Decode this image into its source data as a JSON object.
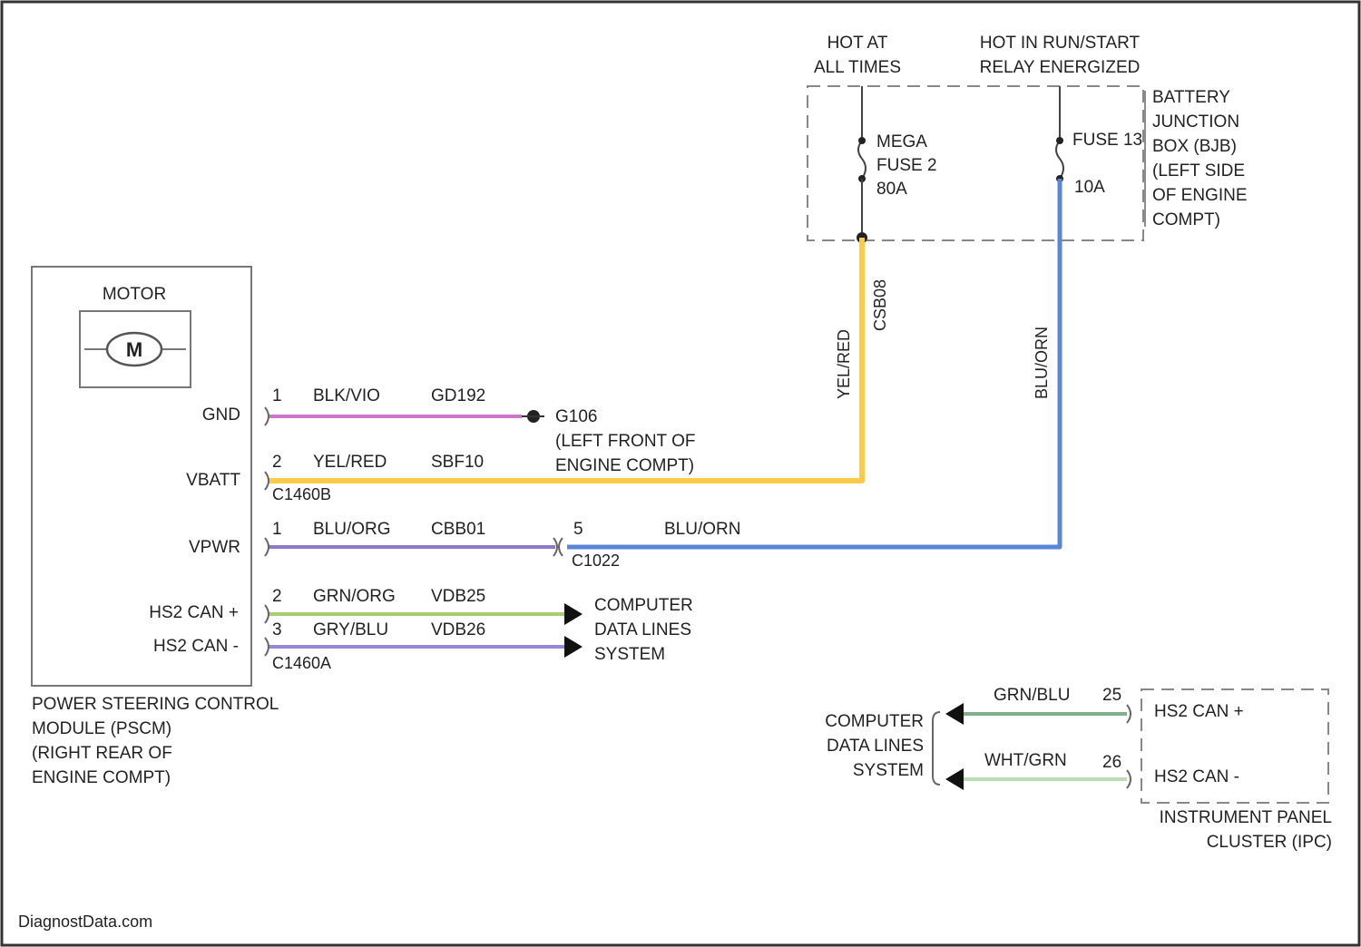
{
  "header": {
    "hot_at_all_times": [
      "HOT AT",
      "ALL TIMES"
    ],
    "hot_in_run": [
      "HOT IN RUN/START",
      "RELAY ENERGIZED"
    ]
  },
  "bjb": {
    "mega_fuse": [
      "MEGA",
      "FUSE 2",
      "80A"
    ],
    "fuse_label": "FUSE 13",
    "fuse_amp": "10A",
    "name": [
      "BATTERY",
      "JUNCTION",
      "BOX (BJB)",
      "(LEFT SIDE",
      "OF ENGINE",
      "COMPT)"
    ]
  },
  "vertical_wires": {
    "yel_red_color": "YEL/RED",
    "yel_red_circuit": "CSB08",
    "blu_orn_color": "BLU/ORN"
  },
  "pscm": {
    "motor_label": "MOTOR",
    "motor_symbol": "M",
    "pins": {
      "gnd": "GND",
      "vbatt": "VBATT",
      "vpwr": "VPWR",
      "can_plus": "HS2 CAN +",
      "can_minus": "HS2 CAN -"
    },
    "name": [
      "POWER STEERING CONTROL",
      "MODULE (PSCM)",
      "(RIGHT REAR OF",
      "ENGINE COMPT)"
    ]
  },
  "wires": {
    "gnd": {
      "pin": "1",
      "color": "BLK/VIO",
      "circuit": "GD192"
    },
    "vbatt": {
      "pin": "2",
      "color": "YEL/RED",
      "circuit": "SBF10"
    },
    "vpwr": {
      "pin": "1",
      "color": "BLU/ORG",
      "circuit": "CBB01"
    },
    "vpwr_far": {
      "pin": "5",
      "color": "BLU/ORN"
    },
    "can_plus": {
      "pin": "2",
      "color": "GRN/ORG",
      "circuit": "VDB25"
    },
    "can_minus": {
      "pin": "3",
      "color": "GRY/BLU",
      "circuit": "VDB26"
    }
  },
  "connectors": {
    "c1": "C1460B",
    "c2": "C1460A",
    "c3": "C1022"
  },
  "ground": {
    "id": "G106",
    "desc": [
      "(LEFT FRONT OF",
      "ENGINE COMPT)"
    ]
  },
  "data_lines": [
    "COMPUTER",
    "DATA LINES",
    "SYSTEM"
  ],
  "ipc": {
    "wire1": {
      "color": "GRN/BLU",
      "pin": "25"
    },
    "wire2": {
      "color": "WHT/GRN",
      "pin": "26"
    },
    "can_plus": "HS2 CAN +",
    "can_minus": "HS2 CAN -",
    "name": [
      "INSTRUMENT PANEL",
      "CLUSTER (IPC)"
    ]
  },
  "watermark": "DiagnostData.com",
  "colors": {
    "black_violet": "#cc77cc",
    "yellow_red": "#ffc94a",
    "blue_orange": "#5b86d8",
    "violet": "#8e78c8",
    "green_orange": "#a8cf6e",
    "gray_blue": "#9a86d8",
    "green_blue": "#7fb08c",
    "white_green": "#b9dcb2"
  }
}
